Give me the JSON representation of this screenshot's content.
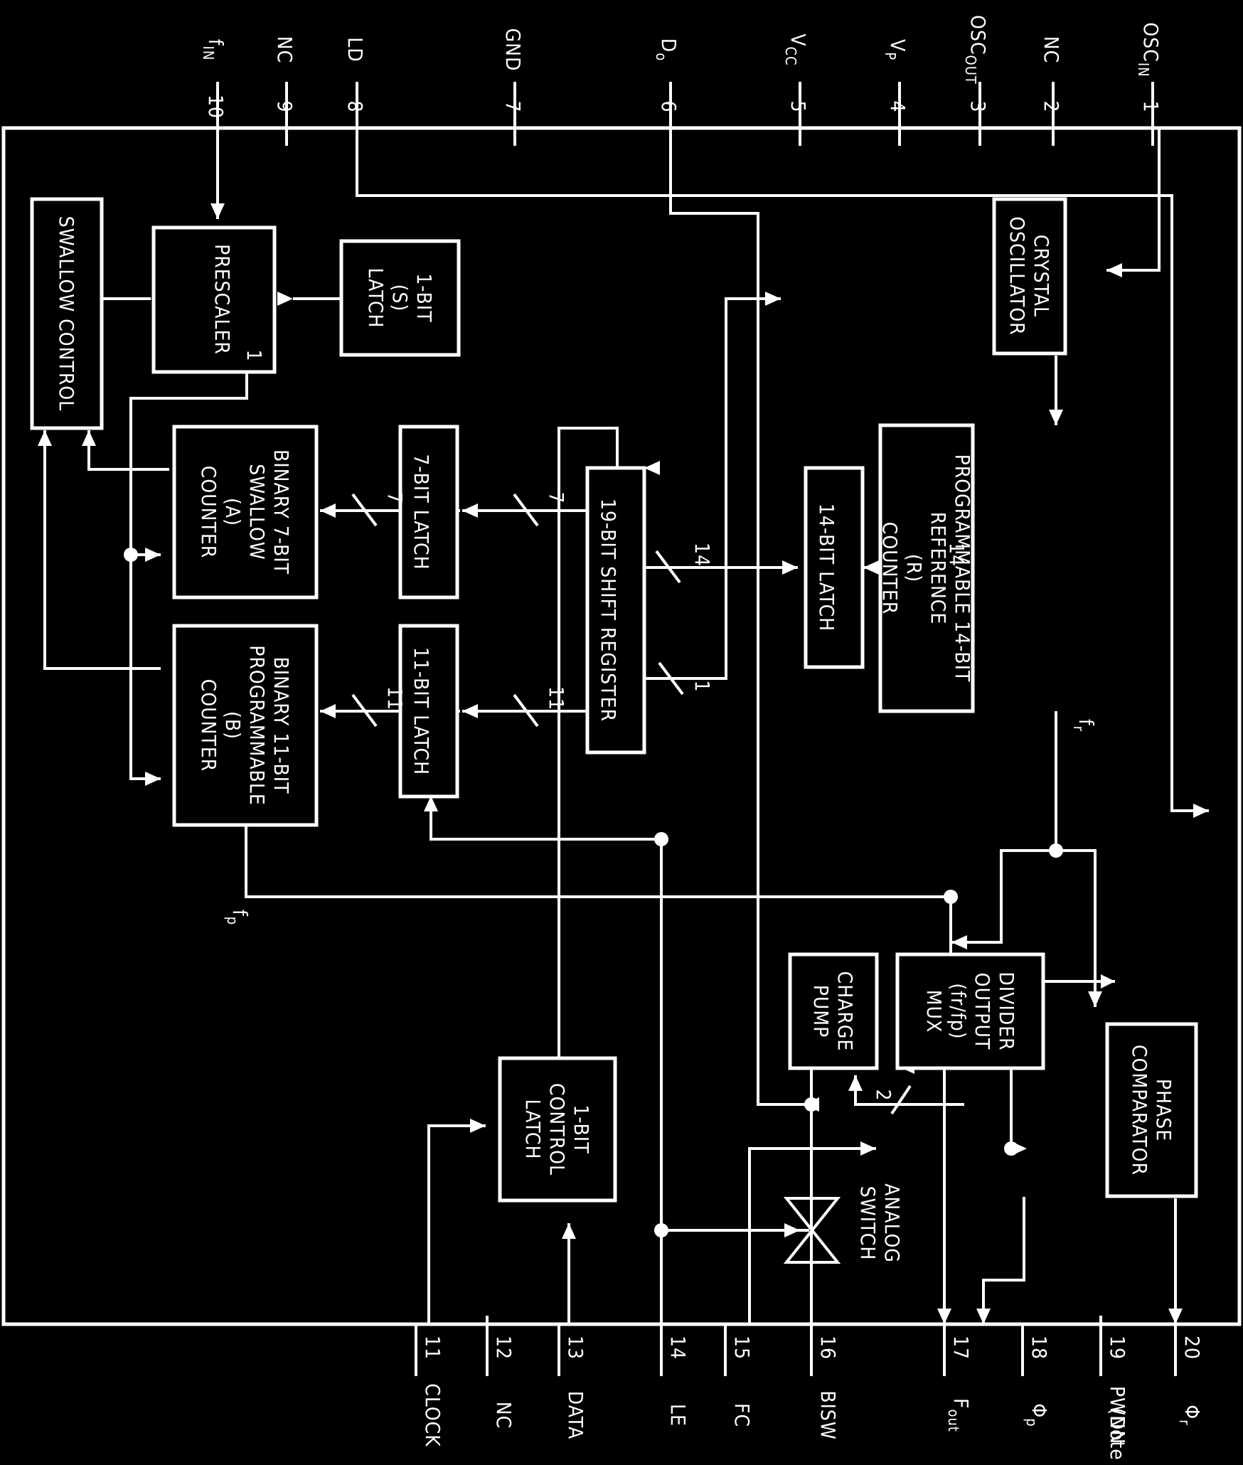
{
  "pins_top": [
    {
      "num": "1",
      "name": "OSC",
      "sub": "IN"
    },
    {
      "num": "2",
      "name": "NC",
      "sub": ""
    },
    {
      "num": "3",
      "name": "OSC",
      "sub": "OUT"
    },
    {
      "num": "4",
      "name": "V",
      "sub": "P"
    },
    {
      "num": "5",
      "name": "V",
      "sub": "CC"
    },
    {
      "num": "6",
      "name": "D",
      "sub": "o"
    },
    {
      "num": "7",
      "name": "GND",
      "sub": ""
    },
    {
      "num": "8",
      "name": "LD",
      "sub": ""
    },
    {
      "num": "9",
      "name": "NC",
      "sub": ""
    },
    {
      "num": "10",
      "name": "f",
      "sub": "IN"
    }
  ],
  "pins_bottom": [
    {
      "num": "11",
      "name": "CLOCK",
      "sub": ""
    },
    {
      "num": "12",
      "name": "NC",
      "sub": ""
    },
    {
      "num": "13",
      "name": "DATA",
      "sub": ""
    },
    {
      "num": "14",
      "name": "LE",
      "sub": ""
    },
    {
      "num": "15",
      "name": "FC",
      "sub": ""
    },
    {
      "num": "16",
      "name": "BISW",
      "sub": ""
    },
    {
      "num": "17",
      "name": "F",
      "sub": "out"
    },
    {
      "num": "18",
      "name": "Φ",
      "sub": "p"
    },
    {
      "num": "19",
      "name": "PWDN",
      "sub": "",
      "note": "(Note 2)"
    },
    {
      "num": "20",
      "name": "Φ",
      "sub": "r"
    }
  ],
  "blocks": {
    "crystal_oscillator": [
      "CRYSTAL",
      "OSCILLATOR"
    ],
    "reference_counter": [
      "PROGRAMMABLE 14-BIT",
      "REFERENCE",
      "(R)",
      "COUNTER"
    ],
    "latch_14": [
      "14-BIT LATCH"
    ],
    "shift_register": [
      "19-BIT SHIFT REGISTER"
    ],
    "latch_1s": [
      "1-BIT",
      "(S)",
      "LATCH"
    ],
    "prescaler": [
      "PRESCALER"
    ],
    "prescaler_pin": "1",
    "swallow_control": [
      "SWALLOW CONTROL"
    ],
    "latch_7": [
      "7-BIT LATCH"
    ],
    "swallow_counter": [
      "BINARY 7-BIT",
      "SWALLOW",
      "(A)",
      "COUNTER"
    ],
    "latch_11": [
      "11-BIT LATCH"
    ],
    "prog_counter": [
      "BINARY 11-BIT",
      "PROGRAMMABLE",
      "(B)",
      "COUNTER"
    ],
    "phase_comparator": [
      "PHASE",
      "COMPARATOR"
    ],
    "divider_mux": [
      "DIVIDER",
      "OUTPUT",
      "(fr/fp)",
      "MUX"
    ],
    "charge_pump": [
      "CHARGE",
      "PUMP"
    ],
    "control_latch": [
      "1-BIT",
      "CONTROL",
      "LATCH"
    ],
    "analog_switch": [
      "ANALOG",
      "SWITCH"
    ]
  },
  "bus_widths": {
    "sr_to_14": "14",
    "latch14_to_ref": "14",
    "sr_to_7": "7",
    "latch7_to_counter": "7",
    "sr_to_11": "11",
    "latch11_to_counter": "11",
    "sr_to_1bit": "1",
    "comparator_to_pump": "2"
  },
  "signals": {
    "fr": "f",
    "fr_sub": "r",
    "fp": "f",
    "fp_sub": "p"
  }
}
